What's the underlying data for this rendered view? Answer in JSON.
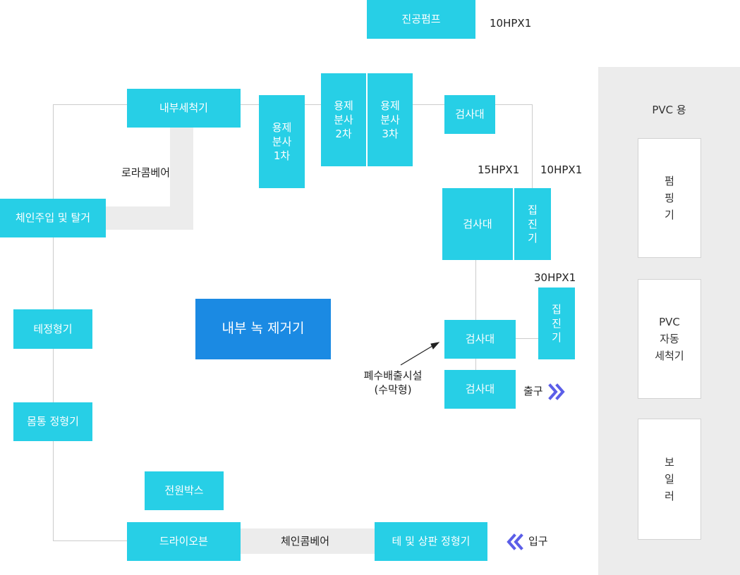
{
  "vacuum_pump": {
    "label": "진공펌프",
    "spec": "10HPX1"
  },
  "boxes": {
    "internal_washer": "내부세척기",
    "welding_spray_1": "용제\n분사\n1차",
    "welding_spray_2": "용제\n분사\n2차",
    "welding_spray_3": "용제\n분사\n3차",
    "inspection_top": "검사대",
    "inspection_mid": "검사대",
    "collector_mid": "집\n진\n기",
    "inspection_lower": "검사대",
    "collector_lower": "집\n진\n기",
    "inspection_exit": "검사대",
    "chain_inject": "체인주입 및 탈거",
    "rim_shaper": "테정형기",
    "body_shaper": "몸통 정형기",
    "power_box": "전원박스",
    "dry_oven": "드라이오븐",
    "rim_top_shaper": "테 및 상판 정형기",
    "rust_remover": "내부 녹 제거기"
  },
  "labels": {
    "roller_conveyor": "로라콤베어",
    "hp_15": "15HPX1",
    "hp_10": "10HPX1",
    "hp_30": "30HPX1",
    "wastewater": "폐수배출시설\n(수막형)",
    "chain_conveyor": "체인콤베어",
    "exit": "출구",
    "entrance": "입구"
  },
  "pvc": {
    "title": "PVC 용",
    "pumping": "펌\n핑\n기",
    "auto_washer": "PVC\n자동\n세척기",
    "boiler": "보\n일\n러"
  },
  "colors": {
    "box": "#27cfe6",
    "main": "#1b8ae3",
    "arrow": "#5b5ee8",
    "line": "#cccccc"
  },
  "icons": {
    "exit": "double-chevron-right-icon",
    "entrance": "double-chevron-left-icon"
  }
}
